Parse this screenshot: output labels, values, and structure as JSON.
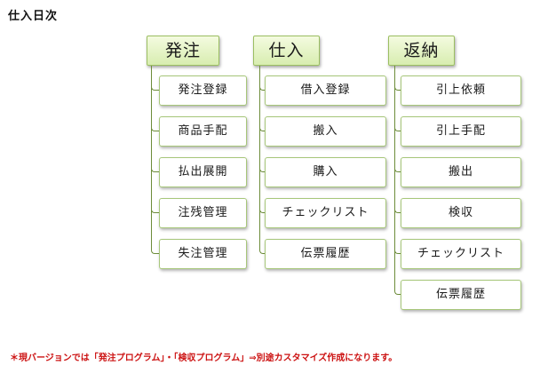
{
  "title": "仕入日次",
  "columns": [
    {
      "header": "発注",
      "items": [
        "発注登録",
        "商品手配",
        "払出展開",
        "注残管理",
        "失注管理"
      ]
    },
    {
      "header": "仕入",
      "items": [
        "借入登録",
        "搬入",
        "購入",
        "チェックリスト",
        "伝票履歴"
      ]
    },
    {
      "header": "返納",
      "items": [
        "引上依頼",
        "引上手配",
        "搬出",
        "検収",
        "チェックリスト",
        "伝票履歴"
      ]
    }
  ],
  "footnote": "＊現バージョンでは「発注プログラム」・「検収プログラム」⇒別途カスタマイズ作成になります。",
  "colors": {
    "header_fill": "#d8edb0",
    "border": "#a7c77a",
    "connector": "#6d8c3a",
    "footnote": "#cc1111"
  }
}
